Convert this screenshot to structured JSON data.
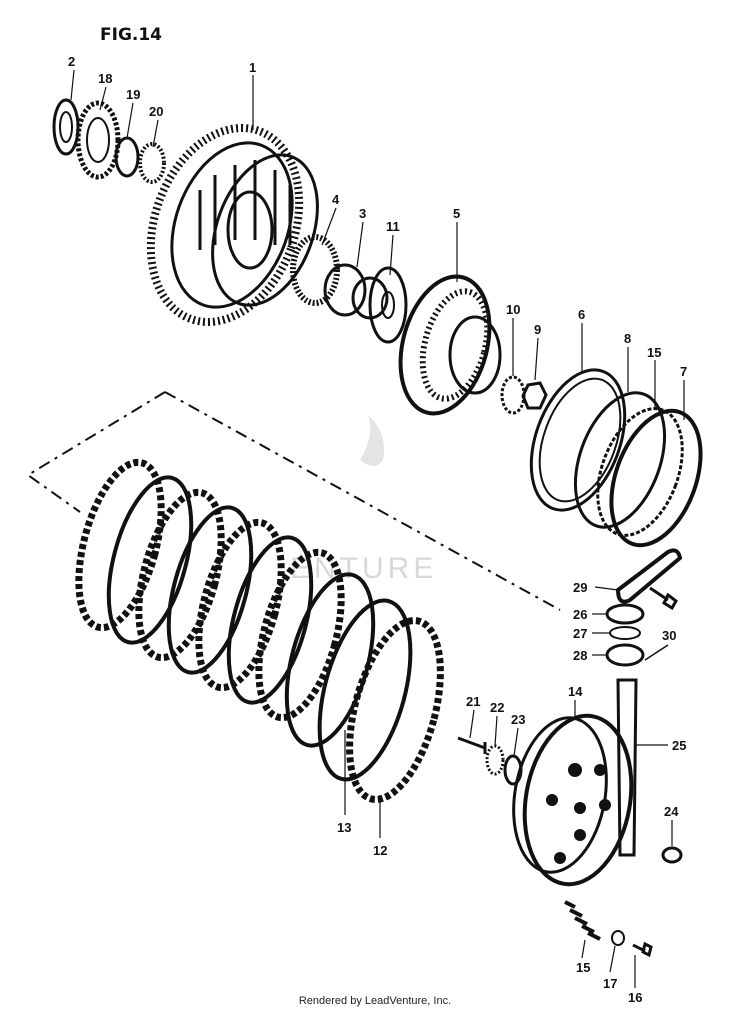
{
  "figure": {
    "title": "FIG.14"
  },
  "watermark": "ENTURE",
  "footer": "Rendered by LeadVenture, Inc.",
  "callouts": [
    {
      "id": "c2",
      "text": "2"
    },
    {
      "id": "c18",
      "text": "18"
    },
    {
      "id": "c19",
      "text": "19"
    },
    {
      "id": "c20",
      "text": "20"
    },
    {
      "id": "c1",
      "text": "1"
    },
    {
      "id": "c4",
      "text": "4"
    },
    {
      "id": "c3",
      "text": "3"
    },
    {
      "id": "c11",
      "text": "11"
    },
    {
      "id": "c5",
      "text": "5"
    },
    {
      "id": "c10",
      "text": "10"
    },
    {
      "id": "c9",
      "text": "9"
    },
    {
      "id": "c6",
      "text": "6"
    },
    {
      "id": "c8",
      "text": "8"
    },
    {
      "id": "c15a",
      "text": "15"
    },
    {
      "id": "c7",
      "text": "7"
    },
    {
      "id": "c29",
      "text": "29"
    },
    {
      "id": "c26",
      "text": "26"
    },
    {
      "id": "c27",
      "text": "27"
    },
    {
      "id": "c28",
      "text": "28"
    },
    {
      "id": "c30",
      "text": "30"
    },
    {
      "id": "c14",
      "text": "14"
    },
    {
      "id": "c21",
      "text": "21"
    },
    {
      "id": "c22",
      "text": "22"
    },
    {
      "id": "c23",
      "text": "23"
    },
    {
      "id": "c25",
      "text": "25"
    },
    {
      "id": "c24",
      "text": "24"
    },
    {
      "id": "c13",
      "text": "13"
    },
    {
      "id": "c12",
      "text": "12"
    },
    {
      "id": "c15b",
      "text": "15"
    },
    {
      "id": "c17",
      "text": "17"
    },
    {
      "id": "c16",
      "text": "16"
    }
  ]
}
